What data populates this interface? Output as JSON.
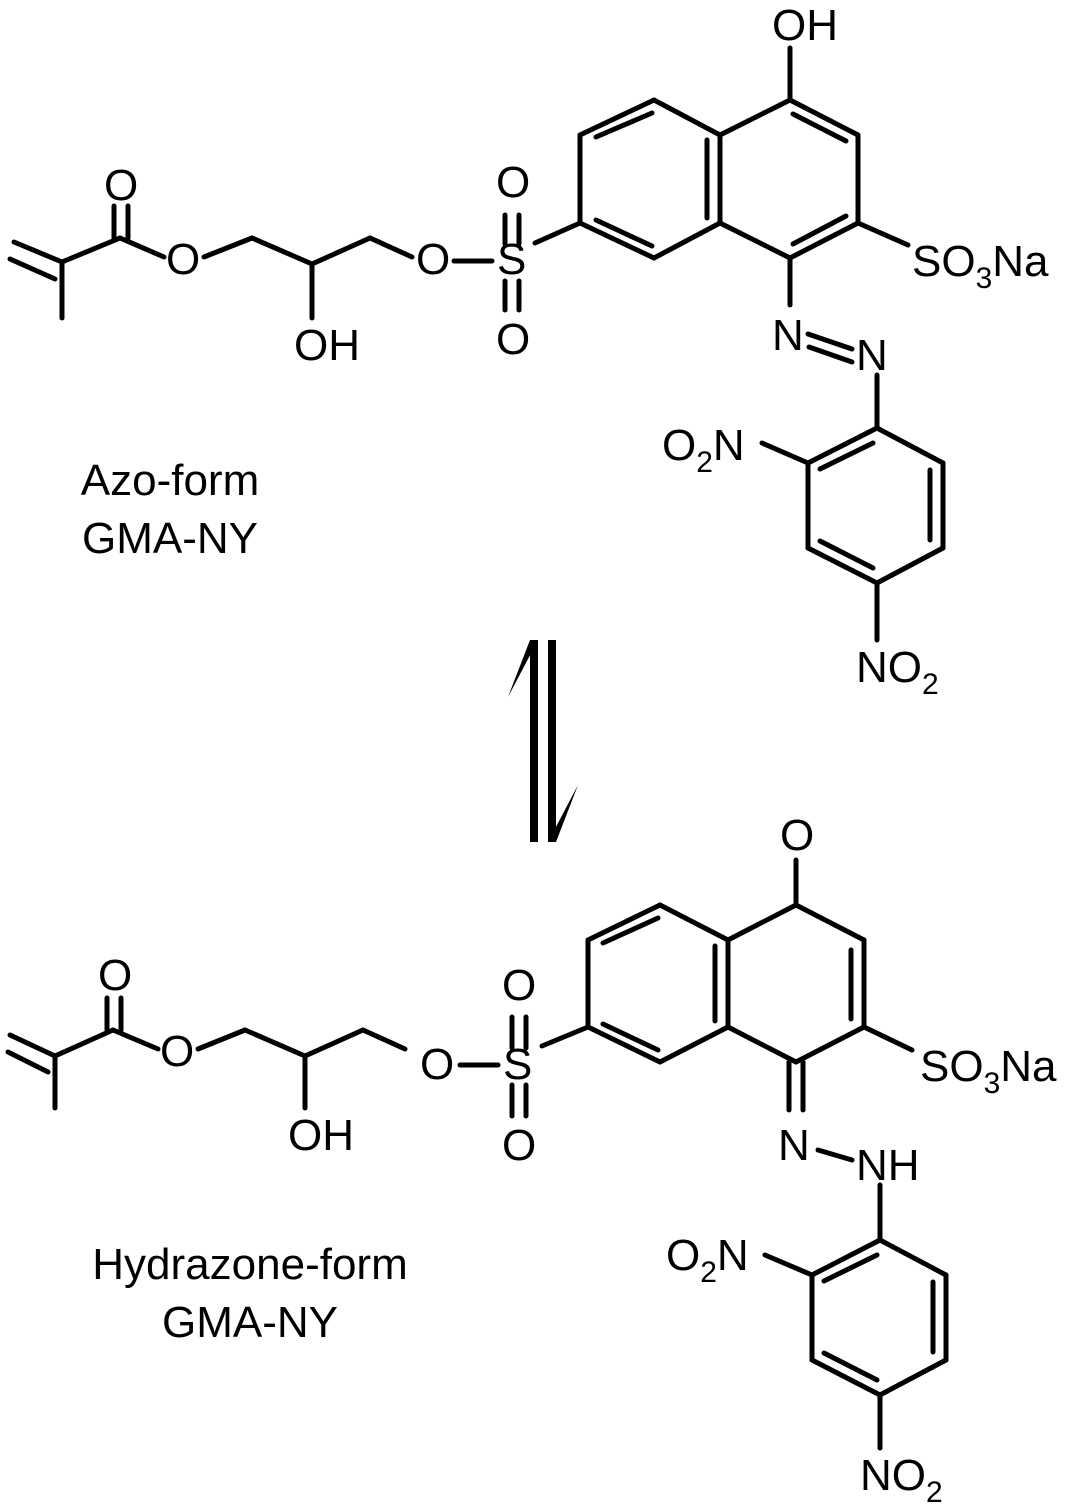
{
  "azo_form": {
    "caption_line1": "Azo-form",
    "caption_line2": "GMA-NY",
    "atoms": {
      "carbonyl_O": "O",
      "ester_O": "O",
      "hydroxyl": "OH",
      "sulfonate_O": "O",
      "sulfur": "S",
      "sulfonyl_O_top": "O",
      "sulfonyl_O_bottom": "O",
      "naphthol_OH": "OH",
      "sulfonate_group": "SO",
      "sulfonate_subscript": "3",
      "sulfonate_cation": "Na",
      "azo_N1": "N",
      "azo_N2": "N",
      "nitro_ortho": "O",
      "nitro_ortho_subscript": "2",
      "nitro_ortho_N": "N",
      "nitro_para": "NO",
      "nitro_para_subscript": "2"
    }
  },
  "hydrazone_form": {
    "caption_line1": "Hydrazone-form",
    "caption_line2": "GMA-NY",
    "atoms": {
      "carbonyl_O": "O",
      "ester_O": "O",
      "hydroxyl": "OH",
      "sulfonate_O": "O",
      "sulfur": "S",
      "sulfonyl_O_top": "O",
      "sulfonyl_O_bottom": "O",
      "quinone_O": "O",
      "sulfonate_group": "SO",
      "sulfonate_subscript": "3",
      "sulfonate_cation": "Na",
      "imine_N": "N",
      "hydrazone_NH": "NH",
      "nitro_ortho": "O",
      "nitro_ortho_subscript": "2",
      "nitro_ortho_N": "N",
      "nitro_para": "NO",
      "nitro_para_subscript": "2"
    }
  },
  "colors": {
    "ink": "#000000",
    "background": "#ffffff"
  },
  "icons": {
    "equilibrium": "equilibrium-arrows-icon"
  }
}
